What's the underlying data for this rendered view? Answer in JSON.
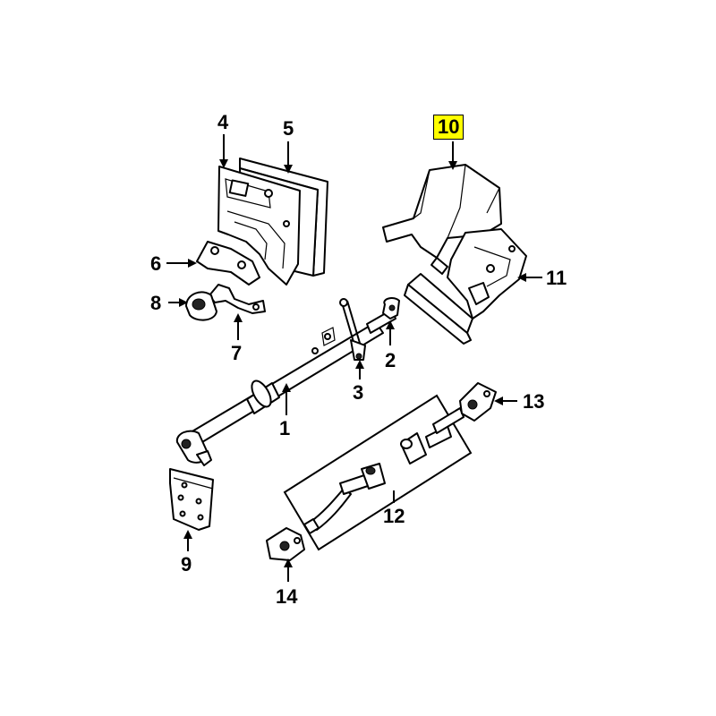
{
  "highlight_color": "#ffff00",
  "callouts": {
    "c1": "1",
    "c2": "2",
    "c3": "3",
    "c4": "4",
    "c5": "5",
    "c6": "6",
    "c7": "7",
    "c8": "8",
    "c9": "9",
    "c10": "10",
    "c11": "11",
    "c12": "12",
    "c13": "13",
    "c14": "14"
  },
  "highlighted_callout": "10"
}
